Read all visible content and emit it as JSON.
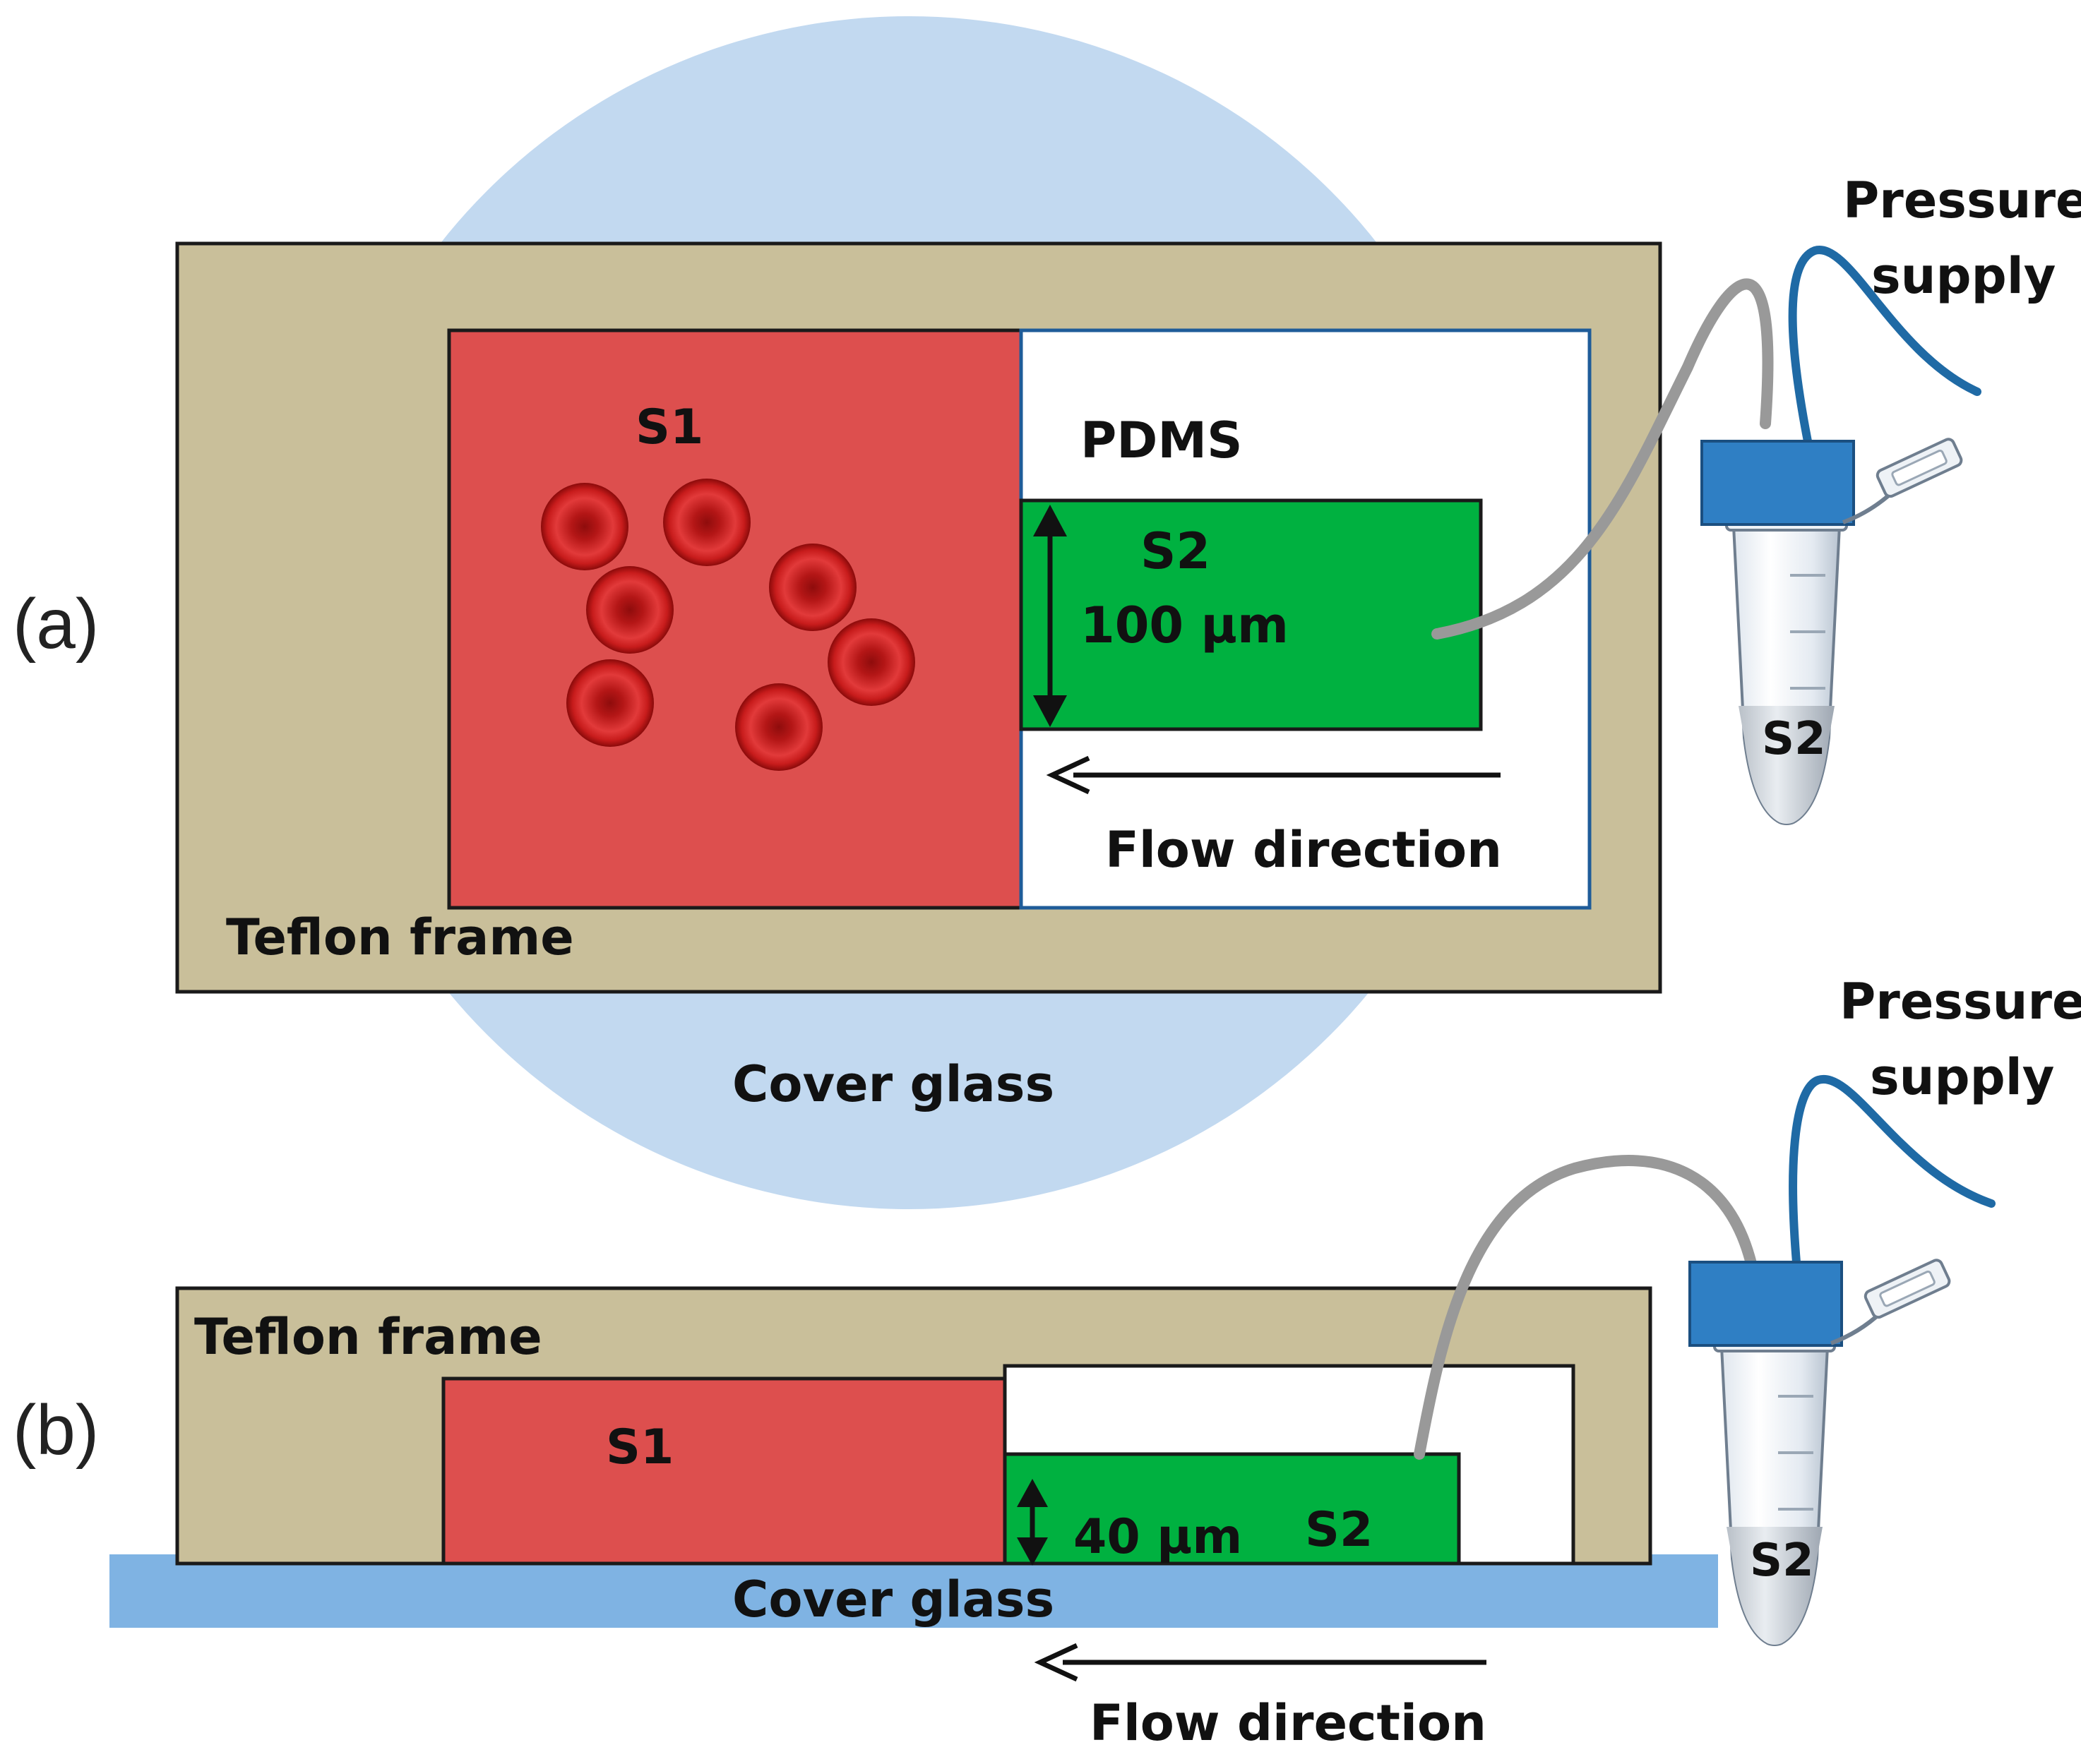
{
  "colors": {
    "cover_glass_top": "#c2d9f0",
    "cover_glass_side": "#7fb3e3",
    "teflon": "#c9bf9a",
    "s1": "#dd4f4e",
    "s2": "#00b140",
    "pdms": "#ffffff",
    "tube_gray": "#999999",
    "tube_blue": "#1f6aa5",
    "cap_blue": "#2f7fc4",
    "rbc": "#c81c1c"
  },
  "icons": [
    "red-blood-cell-icon",
    "microcentrifuge-tube-icon",
    "double-arrow-icon",
    "left-arrow-icon"
  ],
  "panel_a": {
    "label": "(a)",
    "pressure": "Pressure",
    "supply": "supply",
    "s1": "S1",
    "pdms": "PDMS",
    "s2": "S2",
    "height": "100 μm",
    "flow": "Flow direction",
    "teflon": "Teflon frame",
    "cover": "Cover glass",
    "vial": "S2"
  },
  "panel_b": {
    "label": "(b)",
    "pressure": "Pressure",
    "supply": "supply",
    "teflon": "Teflon frame",
    "s1": "S1",
    "height": "40 μm",
    "s2": "S2",
    "cover": "Cover glass",
    "flow": "Flow direction",
    "vial": "S2"
  }
}
